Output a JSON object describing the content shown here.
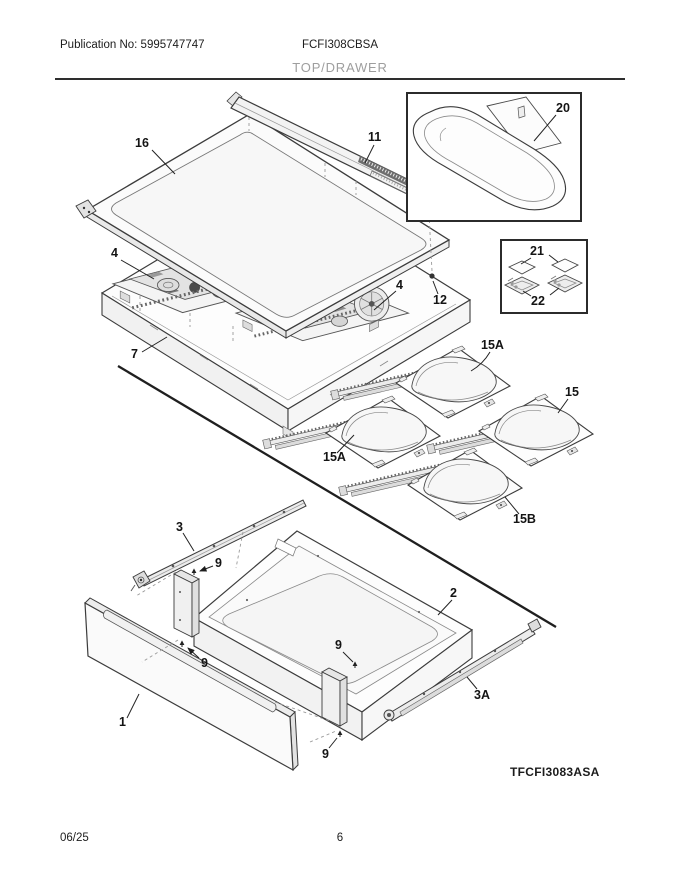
{
  "page": {
    "header": {
      "publication_label": "Publication No: 5995747747",
      "model_number": "FCFI308CBSA",
      "section_title": "TOP/DRAWER"
    },
    "footer": {
      "date": "06/25",
      "page_number": "6"
    },
    "colors": {
      "ink": "#2e2e2e",
      "muted_title": "#9e9e9e",
      "line_art": "#3c3c3c"
    },
    "diagram": {
      "drawing_code": "TFCFI3083ASA",
      "callouts": {
        "glass_maintop": "16",
        "rear_trim": "11",
        "griddle_inset": "20",
        "induction_module_left": "4",
        "induction_module_right": "4",
        "screw_maintop": "12",
        "simmer_plate": "21",
        "burner_cap": "22",
        "base_pan": "7",
        "insulator_top": "15A",
        "insulator_right": "15",
        "insulator_left": "15A",
        "insulator_bottom": "15B",
        "drawer_rail_left": "3",
        "drawer_body": "2",
        "drawer_rail_right": "3A",
        "drawer_front_panel": "1",
        "screw_rail_top": "9",
        "screw_front_left": "9",
        "screw_body_right": "9",
        "screw_front_bottom": "9"
      }
    }
  }
}
